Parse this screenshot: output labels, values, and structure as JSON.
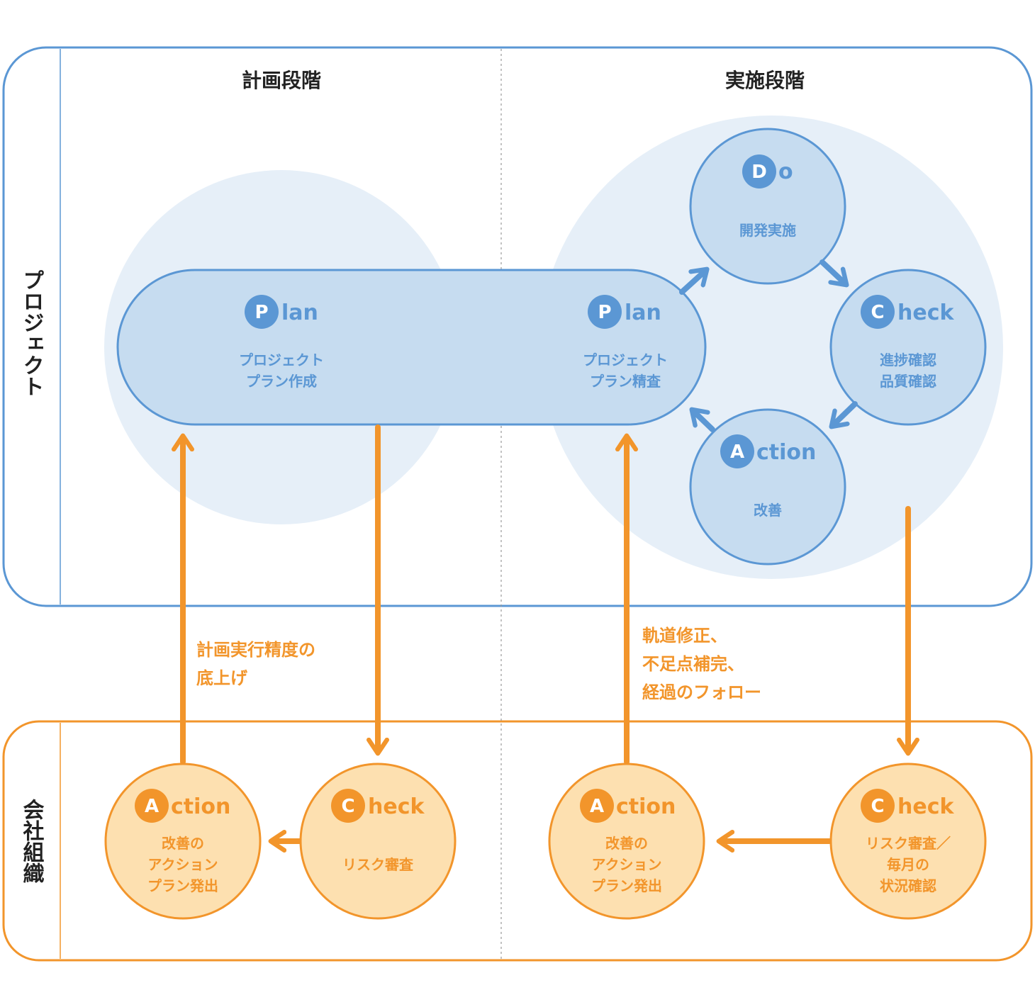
{
  "colors": {
    "blue_stroke": "#5b97d4",
    "blue_fill": "#c6dcf0",
    "blue_halo": "#e6eff8",
    "orange_stroke": "#f2952b",
    "orange_fill": "#fde0b0",
    "text_dark": "#222222"
  },
  "lanes": {
    "project": "プロジェクト",
    "company": "会社組織"
  },
  "phases": {
    "planning": "計画段階",
    "execution": "実施段階"
  },
  "project": {
    "plan_create": {
      "letter": "P",
      "rest": "lan",
      "line1": "プロジェクト",
      "line2": "プラン作成"
    },
    "plan_review": {
      "letter": "P",
      "rest": "lan",
      "line1": "プロジェクト",
      "line2": "プラン精査"
    },
    "do": {
      "letter": "D",
      "rest": "o",
      "line1": "開発実施"
    },
    "check": {
      "letter": "C",
      "rest": "heck",
      "line1": "進捗確認",
      "line2": "品質確認"
    },
    "action": {
      "letter": "A",
      "rest": "ction",
      "line1": "改善"
    }
  },
  "company": {
    "action_left": {
      "letter": "A",
      "rest": "ction",
      "line1": "改善の",
      "line2": "アクション",
      "line3": "プラン発出"
    },
    "check_left": {
      "letter": "C",
      "rest": "heck",
      "line1": "リスク審査"
    },
    "action_right": {
      "letter": "A",
      "rest": "ction",
      "line1": "改善の",
      "line2": "アクション",
      "line3": "プラン発出"
    },
    "check_right": {
      "letter": "C",
      "rest": "heck",
      "line1": "リスク審査／",
      "line2": "毎月の",
      "line3": "状況確認"
    }
  },
  "notes": {
    "left": {
      "line1": "計画実行精度の",
      "line2": "底上げ"
    },
    "right": {
      "line1": "軌道修正、",
      "line2": "不足点補完、",
      "line3": "経過のフォロー"
    }
  }
}
